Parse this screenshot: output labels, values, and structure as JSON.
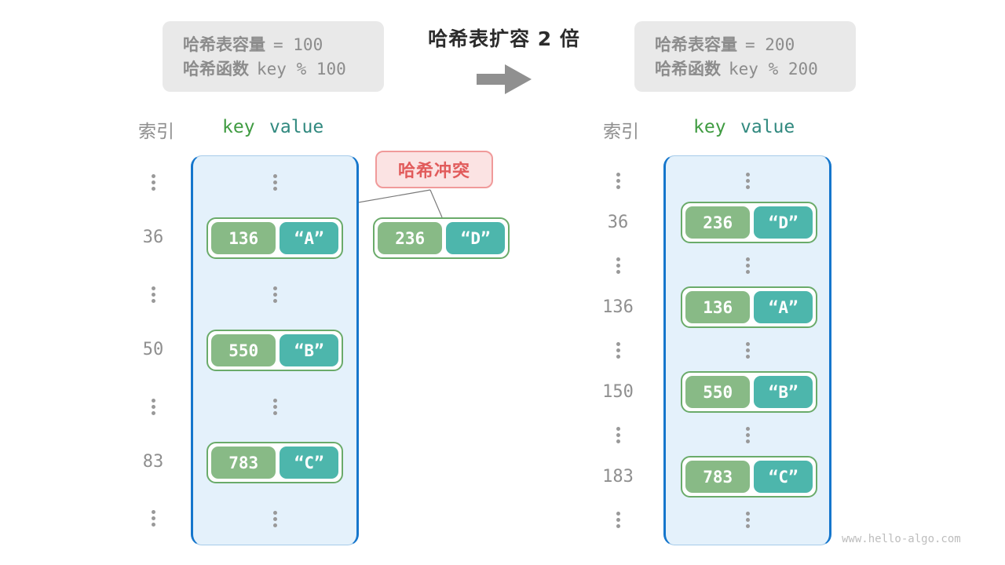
{
  "top": {
    "left_box": {
      "line1_label": "哈希表容量",
      "line1_value": "= 100",
      "line2_label": "哈希函数",
      "line2_value": "key % 100"
    },
    "title": "哈希表扩容 2 倍",
    "right_box": {
      "line1_label": "哈希表容量",
      "line1_value": "= 200",
      "line2_label": "哈希函数",
      "line2_value": "key % 200"
    }
  },
  "collision": {
    "label": "哈希冲突"
  },
  "outside_pair": {
    "key": "236",
    "value": "“D”"
  },
  "panels": {
    "left": {
      "headers": {
        "index": "索引",
        "key": "key",
        "value": "value"
      },
      "rows": [
        {
          "kind": "dots"
        },
        {
          "kind": "pair",
          "index": "36",
          "key": "136",
          "value": "“A”"
        },
        {
          "kind": "dots"
        },
        {
          "kind": "pair",
          "index": "50",
          "key": "550",
          "value": "“B”"
        },
        {
          "kind": "dots"
        },
        {
          "kind": "pair",
          "index": "83",
          "key": "783",
          "value": "“C”"
        },
        {
          "kind": "dots"
        }
      ]
    },
    "right": {
      "headers": {
        "index": "索引",
        "key": "key",
        "value": "value"
      },
      "rows": [
        {
          "kind": "dots"
        },
        {
          "kind": "pair",
          "index": "36",
          "key": "236",
          "value": "“D”"
        },
        {
          "kind": "dots"
        },
        {
          "kind": "pair",
          "index": "136",
          "key": "136",
          "value": "“A”"
        },
        {
          "kind": "dots"
        },
        {
          "kind": "pair",
          "index": "150",
          "key": "550",
          "value": "“B”"
        },
        {
          "kind": "dots"
        },
        {
          "kind": "pair",
          "index": "183",
          "key": "783",
          "value": "“C”"
        },
        {
          "kind": "dots"
        }
      ]
    }
  },
  "watermark": "www.hello-algo.com",
  "colors": {
    "container_border": "#1576cc",
    "container_bg": "#e4f1fb",
    "key_cell": "#88ba86",
    "value_cell": "#4db6ac",
    "pair_border": "#6aab6a",
    "collision_text": "#e15b5b",
    "collision_bg": "#fbe3e3",
    "gray_box_bg": "#e9e9e9",
    "gray_text": "#8c8c8c"
  }
}
